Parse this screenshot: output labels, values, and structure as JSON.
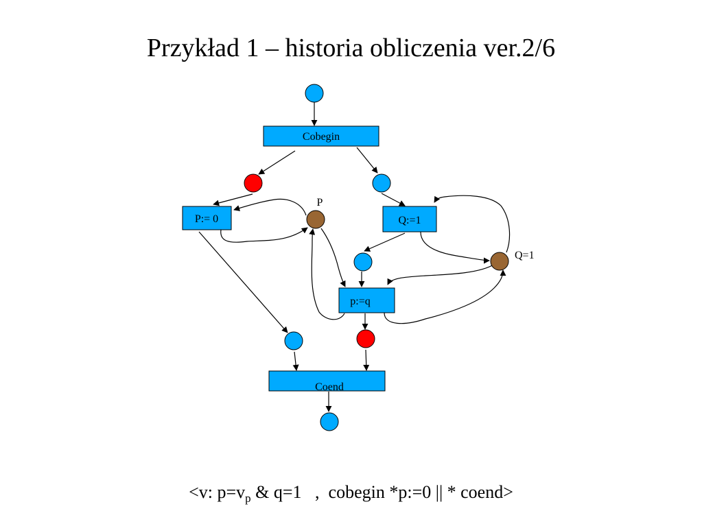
{
  "title": "Przykład 1 – historia obliczenia ver.2/6",
  "colors": {
    "place_default": "#00aaff",
    "place_marked": "#ff0000",
    "place_variable": "#996633",
    "transition": "#00aaff",
    "stroke": "#000000"
  },
  "transitions": {
    "cobegin": "Cobegin",
    "p_assign": "P:= 0",
    "q_assign": "Q:=1",
    "pq_assign": "p:=q",
    "coend": "Coend"
  },
  "variable_labels": {
    "p": "P",
    "q": "Q=1"
  },
  "footer": {
    "before_sub": "<v: p=v",
    "sub": "p",
    "after_sub": " & q=1   ,  cobegin *p:=0 || * coend>"
  }
}
